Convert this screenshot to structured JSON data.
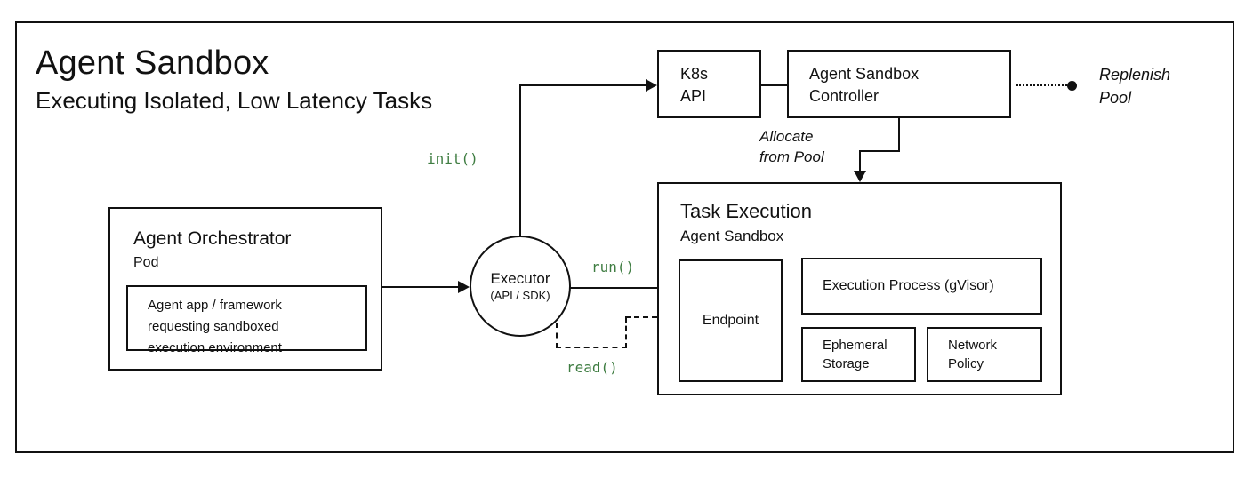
{
  "diagram": {
    "title": "Agent Sandbox",
    "subtitle": "Executing Isolated, Low Latency Tasks"
  },
  "orchestrator": {
    "title": "Agent Orchestrator",
    "subtitle": "Pod",
    "inner_note": "Agent app / framework\nrequesting sandboxed\nexecution environment"
  },
  "executor": {
    "title": "Executor",
    "subtitle": "(API / SDK)"
  },
  "k8s_api": {
    "label": "K8s\nAPI"
  },
  "controller": {
    "label": "Agent Sandbox\nController"
  },
  "task_execution": {
    "title": "Task Execution",
    "subtitle": "Agent Sandbox",
    "endpoint_label": "Endpoint",
    "execution_process_label": "Execution Process (gVisor)",
    "ephemeral_storage_label": "Ephemeral\nStorage",
    "network_policy_label": "Network\nPolicy"
  },
  "annotations": {
    "init_call": "init()",
    "run_call": "run()",
    "read_call": "read()",
    "allocate_from_pool": "Allocate\nfrom Pool",
    "replenish_pool": "Replenish\nPool"
  },
  "colors": {
    "code_green": "#3f7d42",
    "line_black": "#111111",
    "background": "#ffffff"
  }
}
